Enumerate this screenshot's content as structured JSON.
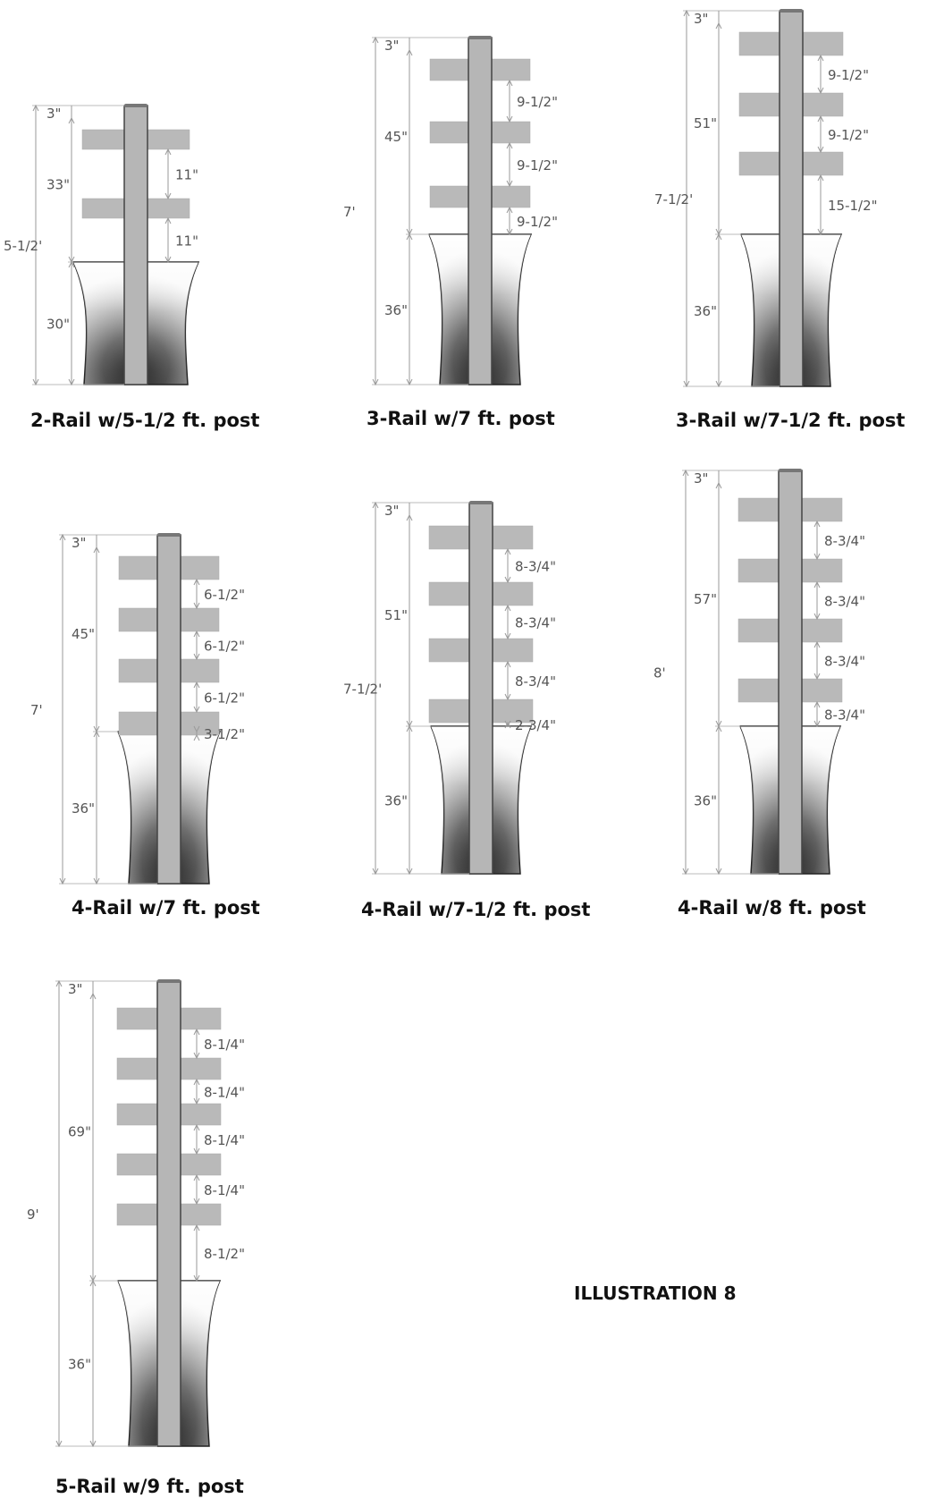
{
  "title": "ILLUSTRATION 8",
  "colors": {
    "rail": "#b9b9b9",
    "post": "#b6b6b6",
    "outline": "#555555",
    "dim_line": "#9a9a9a",
    "text": "#111111"
  },
  "diagrams": [
    {
      "caption": "2-Rail w/5-1/2 ft. post",
      "total": "5-1/2'",
      "above": "33\"",
      "below": "30\"",
      "top": "3\"",
      "gaps": [
        "11\"",
        "11\""
      ]
    },
    {
      "caption": "3-Rail w/7 ft. post",
      "total": "7'",
      "above": "45\"",
      "below": "36\"",
      "top": "3\"",
      "gaps": [
        "9-1/2\"",
        "9-1/2\"",
        "9-1/2\""
      ]
    },
    {
      "caption": "3-Rail w/7-1/2 ft. post",
      "total": "7-1/2'",
      "above": "51\"",
      "below": "36\"",
      "top": "3\"",
      "gaps": [
        "9-1/2\"",
        "9-1/2\"",
        "15-1/2\""
      ]
    },
    {
      "caption": "4-Rail w/7 ft. post",
      "total": "7'",
      "above": "45\"",
      "below": "36\"",
      "top": "3\"",
      "gaps": [
        "6-1/2\"",
        "6-1/2\"",
        "6-1/2\"",
        "3-1/2\""
      ]
    },
    {
      "caption": "4-Rail w/7-1/2 ft. post",
      "total": "7-1/2'",
      "above": "51\"",
      "below": "36\"",
      "top": "3\"",
      "gaps": [
        "8-3/4\"",
        "8-3/4\"",
        "8-3/4\"",
        "2-3/4\""
      ]
    },
    {
      "caption": "4-Rail w/8 ft. post",
      "total": "8'",
      "above": "57\"",
      "below": "36\"",
      "top": "3\"",
      "gaps": [
        "8-3/4\"",
        "8-3/4\"",
        "8-3/4\"",
        "8-3/4\""
      ]
    },
    {
      "caption": "5-Rail w/9 ft. post",
      "total": "9'",
      "above": "69\"",
      "below": "36\"",
      "top": "3\"",
      "gaps": [
        "8-1/4\"",
        "8-1/4\"",
        "8-1/4\"",
        "8-1/4\"",
        "8-1/2\""
      ]
    }
  ]
}
